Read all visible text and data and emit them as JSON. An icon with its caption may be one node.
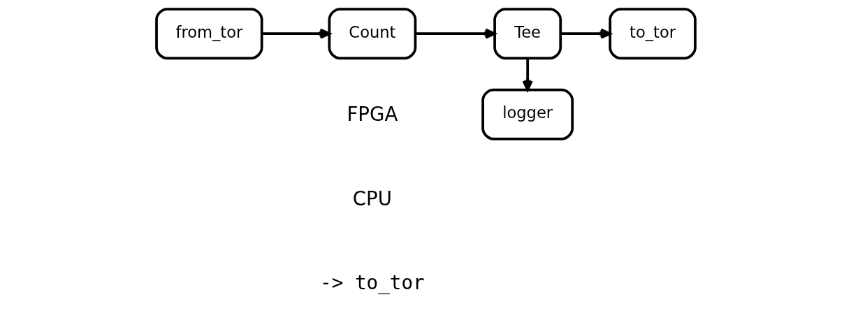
{
  "diagram": {
    "nodes": [
      {
        "text": [
          "from_tor"
        ]
      },
      {
        "text": [
          "Count"
        ]
      },
      {
        "text": [
          "Tee"
        ]
      },
      {
        "text": [
          "to_tor"
        ]
      },
      {
        "text": [
          "logger"
        ]
      }
    ],
    "edges": [
      {
        "from": 0,
        "to": 1,
        "arrow": "to"
      },
      {
        "from": 1,
        "to": 2,
        "arrow": "to"
      },
      {
        "from": 2,
        "to": 3,
        "arrow": "to"
      },
      {
        "from": 2,
        "to": 4,
        "arrow": "to"
      }
    ],
    "labels": [
      "FPGA",
      "CPU",
      "-> to_tor"
    ]
  }
}
